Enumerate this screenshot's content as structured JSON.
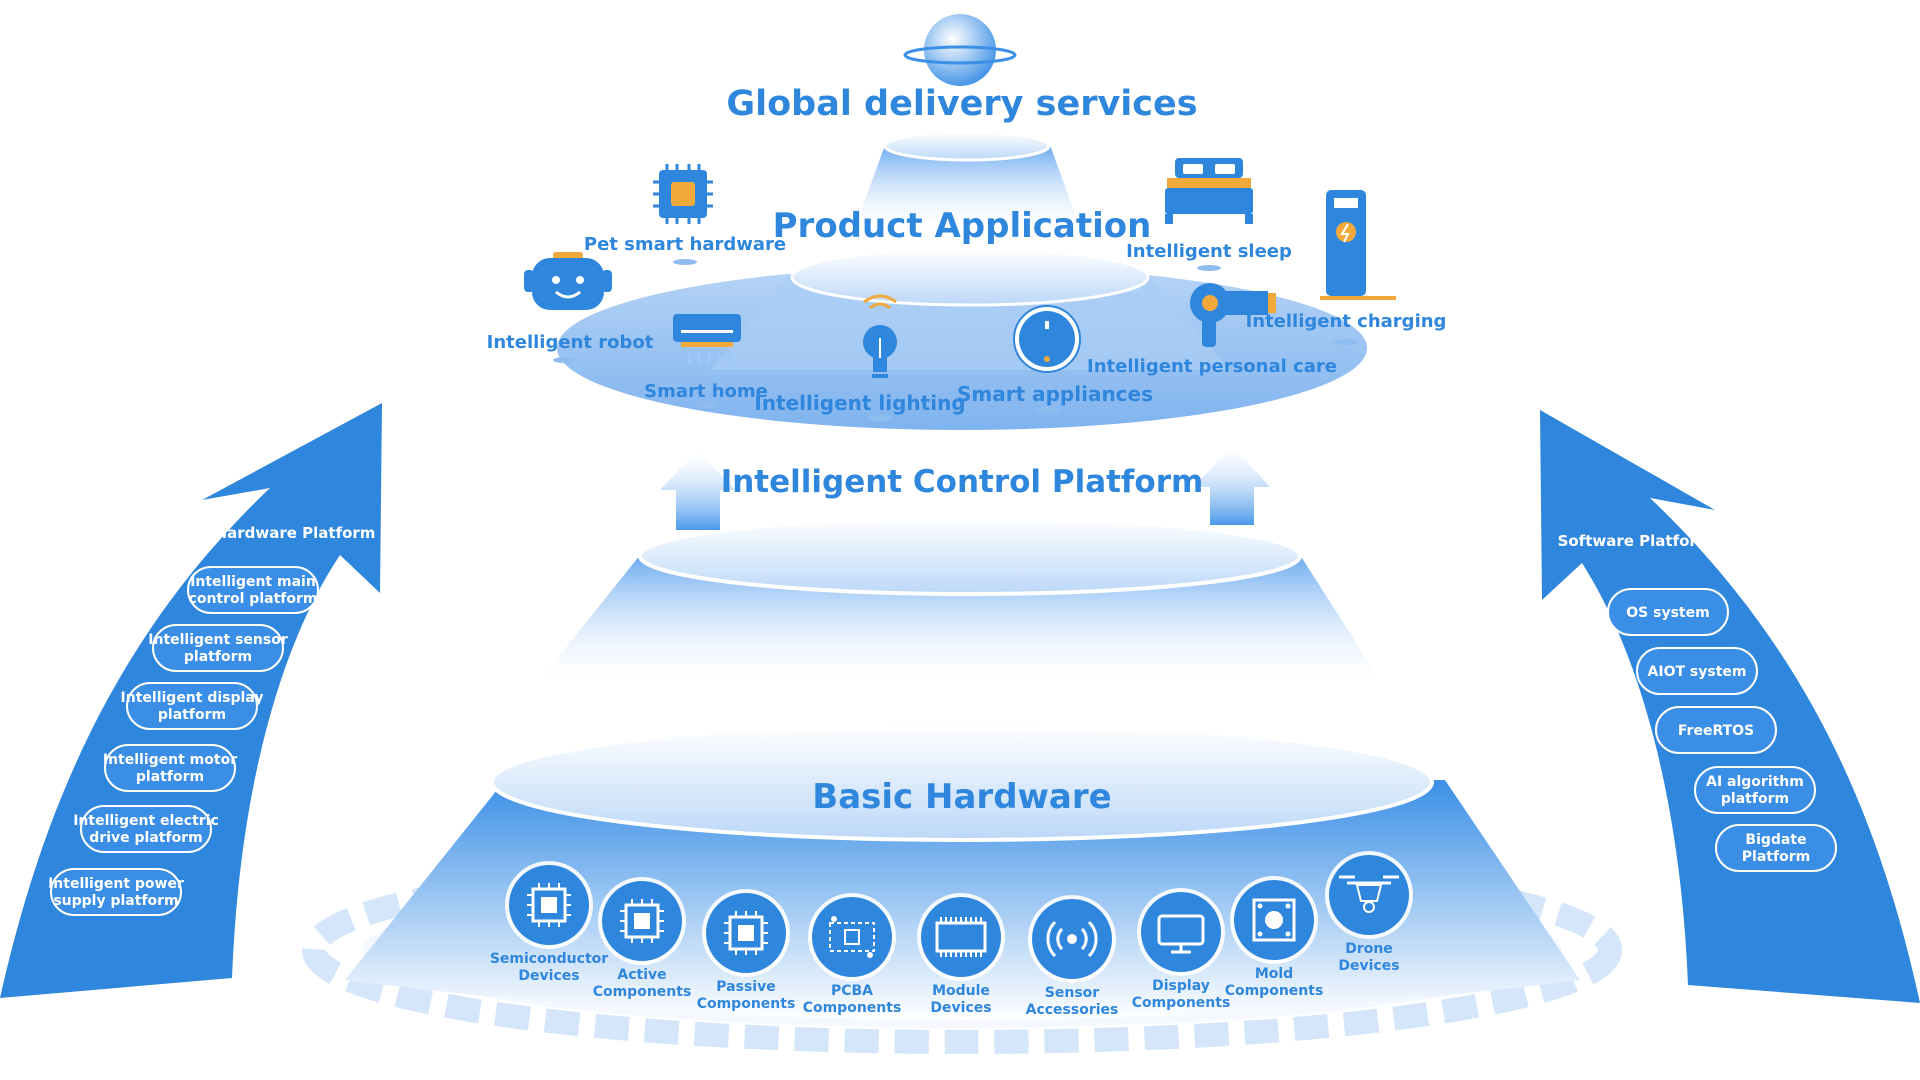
{
  "colors": {
    "primary": "#2f86dd",
    "light": "#cfe3fb",
    "accent": "#f2a93b",
    "white": "#ffffff"
  },
  "titles": {
    "global": "Global delivery services",
    "product": "Product Application",
    "control": "Intelligent Control Platform",
    "basic": "Basic Hardware"
  },
  "products": [
    {
      "label": "Pet smart hardware",
      "icon": "chip-icon"
    },
    {
      "label": "Intelligent robot",
      "icon": "robot-icon"
    },
    {
      "label": "Smart home",
      "icon": "air-conditioner-icon"
    },
    {
      "label": "Intelligent lighting",
      "icon": "bulb-icon"
    },
    {
      "label": "Smart appliances",
      "icon": "robot-vacuum-icon"
    },
    {
      "label": "Intelligent personal care",
      "icon": "hair-dryer-icon"
    },
    {
      "label": "Intelligent sleep",
      "icon": "bed-icon"
    },
    {
      "label": "Intelligent charging",
      "icon": "charging-station-icon"
    }
  ],
  "hardware_platform": {
    "title": "Hardware Platform",
    "items": [
      [
        "Intelligent main",
        "control platform"
      ],
      [
        "Intelligent sensor",
        "platform"
      ],
      [
        "Intelligent display",
        "platform"
      ],
      [
        "Intelligent motor",
        "platform"
      ],
      [
        "Intelligent electric",
        "drive platform"
      ],
      [
        "Intelligent power",
        "supply platform"
      ]
    ]
  },
  "software_platform": {
    "title": "Software Platform",
    "items": [
      [
        "OS system"
      ],
      [
        "AIOT system"
      ],
      [
        "FreeRTOS"
      ],
      [
        "AI algorithm",
        "platform"
      ],
      [
        "Bigdate",
        "Platform"
      ]
    ]
  },
  "components": [
    {
      "lines": [
        "Semiconductor",
        "Devices"
      ],
      "icon": "semiconductor-icon"
    },
    {
      "lines": [
        "Active",
        "Components"
      ],
      "icon": "active-chip-icon"
    },
    {
      "lines": [
        "Passive",
        "Components"
      ],
      "icon": "passive-chip-icon"
    },
    {
      "lines": [
        "PCBA",
        "Components"
      ],
      "icon": "pcba-icon"
    },
    {
      "lines": [
        "Module",
        "Devices"
      ],
      "icon": "module-icon"
    },
    {
      "lines": [
        "Sensor",
        "Accessories"
      ],
      "icon": "sensor-icon"
    },
    {
      "lines": [
        "Display",
        "Components"
      ],
      "icon": "monitor-icon"
    },
    {
      "lines": [
        "Mold",
        "Components"
      ],
      "icon": "mold-icon"
    },
    {
      "lines": [
        "Drone",
        "Devices"
      ],
      "icon": "drone-icon"
    }
  ]
}
